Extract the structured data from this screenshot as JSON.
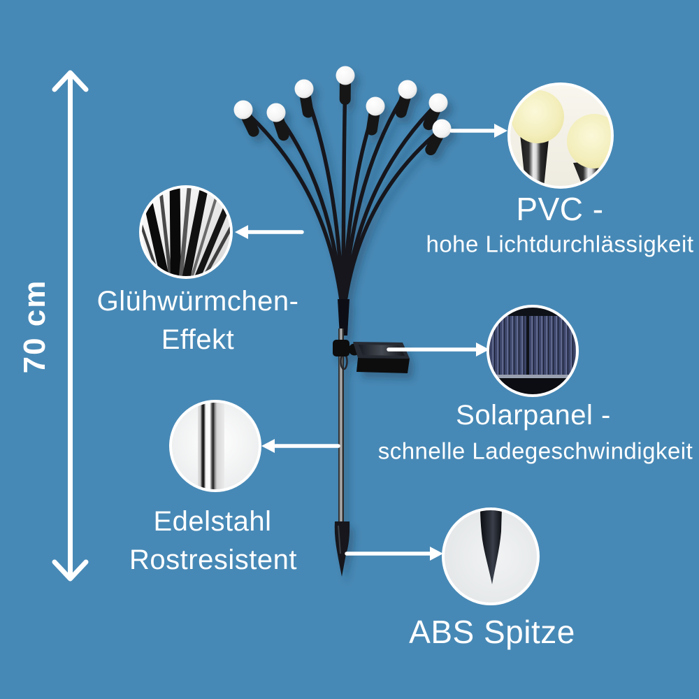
{
  "background_color": "#4789B6",
  "text_color": "#FFFFFF",
  "measurement": {
    "label": "70 cm"
  },
  "callouts": {
    "firefly": {
      "title": "Glühwürmchen-",
      "subtitle": "Effekt",
      "detail_icon": "black-wires-fan-closeup"
    },
    "pvc": {
      "title": "PVC -",
      "subtitle": "hohe Lichtdurchlässigkeit",
      "detail_icon": "warm-glowing-bulbs-closeup"
    },
    "solar": {
      "title": "Solarpanel -",
      "subtitle": "schnelle Ladegeschwindigkeit",
      "detail_icon": "solar-panel-cells-closeup"
    },
    "steel": {
      "title": "Edelstahl",
      "subtitle": "Rostresistent",
      "detail_icon": "steel-pole-closeup"
    },
    "abs": {
      "title": "ABS Spitze",
      "detail_icon": "stake-tip-closeup"
    }
  },
  "illustration": {
    "bulb_count": 8,
    "bulb_color": "#F7F7F7",
    "wire_color": "#17181B",
    "glow_color": "#F1ECB4",
    "solar_cell_color": "#3C4569"
  }
}
